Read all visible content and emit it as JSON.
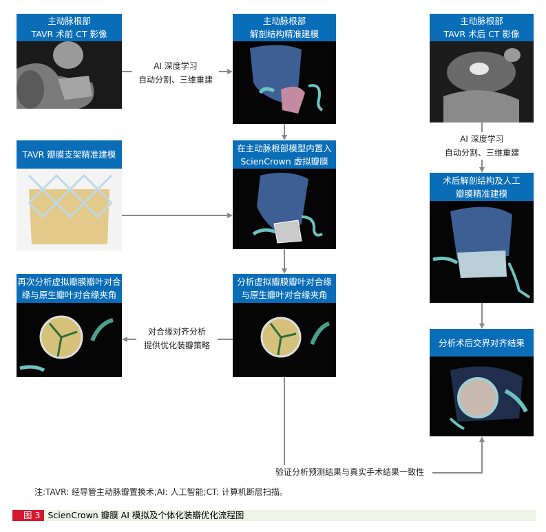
{
  "boxes": {
    "pre_ct": {
      "line1": "主动脉根部",
      "line2": "TAVR 术前 CT 影像"
    },
    "anatomy": {
      "line1": "主动脉根部",
      "line2": "解剖结构精准建模"
    },
    "post_ct": {
      "line1": "主动脉根部",
      "line2": "TAVR 术后 CT 影像"
    },
    "valve_model": {
      "line1": "TAVR 瓣膜支架精准建模"
    },
    "virtual_implant": {
      "line1": "在主动脉根部模型内置入",
      "line2": "ScienCrown 虚拟瓣膜"
    },
    "post_model": {
      "line1": "术后解剖结构及人工",
      "line2": "瓣膜精准建模"
    },
    "reanalysis": {
      "line1": "再次分析虚拟瓣膜瓣叶对合",
      "line2": "缘与原生瓣叶对合缘夹角"
    },
    "analysis": {
      "line1": "分析虚拟瓣膜瓣叶对合缘",
      "line2": "与原生瓣叶对合缘夹角"
    },
    "post_alignment": {
      "line1": "分析术后交界对齐结果"
    }
  },
  "arrows": {
    "ai_top": {
      "line1": "AI 深度学习",
      "line2": "自动分割、三维重建"
    },
    "ai_right": {
      "line1": "AI 深度学习",
      "line2": "自动分割、三维重建"
    },
    "align": {
      "line1": "对合缘对齐分析",
      "line2": "提供优化装瓣策略"
    },
    "verify": "验证分析预测结果与真实手术结果一致性"
  },
  "note": "注:TAVR: 经导管主动脉瓣置换术;AI: 人工智能;CT: 计算机断层扫描。",
  "caption": {
    "tag": "图 3",
    "text": "ScienCrown 瓣膜 AI 模拟及个体化装瓣优化流程图"
  },
  "colors": {
    "header": "#0a6db8",
    "caption_tag": "#d6182f",
    "caption_bg": "#eef4e6"
  }
}
